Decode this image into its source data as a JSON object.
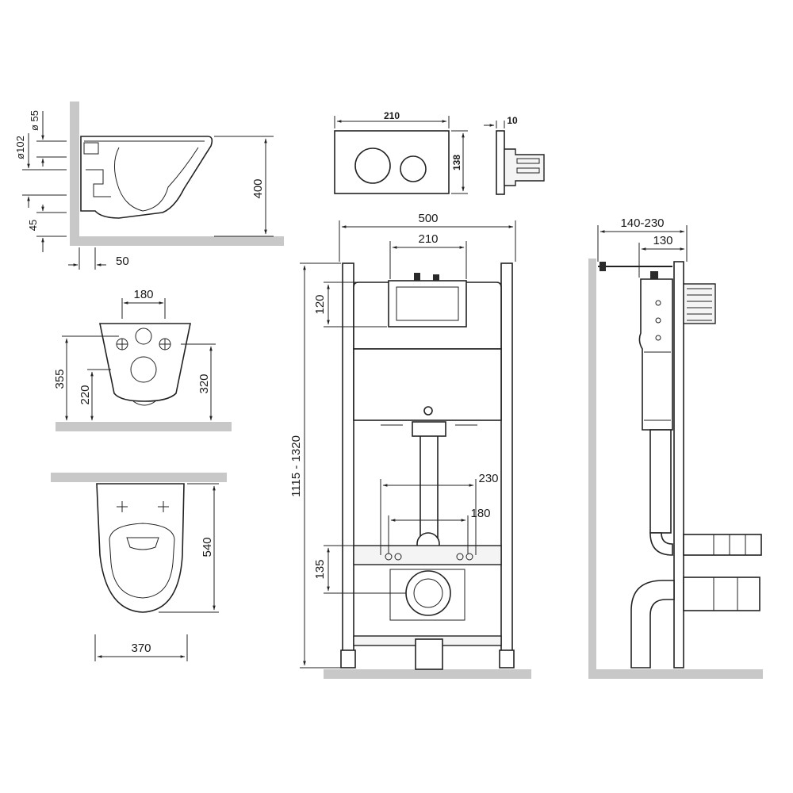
{
  "dimensions": {
    "side_view": {
      "dia_55": "ø 55",
      "dia_102": "ø102",
      "height_400": "400",
      "gap_45": "45",
      "depth_50": "50"
    },
    "front_view": {
      "hole_spacing_180": "180",
      "height_355": "355",
      "height_220": "220",
      "height_320": "320"
    },
    "top_view": {
      "length_540": "540",
      "width_370": "370"
    },
    "flush_plate": {
      "width_210": "210",
      "height_138": "138",
      "thickness_10": "10"
    },
    "frame_front": {
      "width_500": "500",
      "cistern_210": "210",
      "height_120": "120",
      "height_range": "1115 - 1320",
      "stud_230": "230",
      "stud_180": "180",
      "height_135": "135"
    },
    "frame_side": {
      "depth_range": "140-230",
      "depth_130": "130"
    }
  },
  "icons": {
    "dimension-arrow": "arrow",
    "mounting-hole": "cross"
  },
  "colors": {
    "wall": "#c8c8c8",
    "line": "#222222",
    "background": "#ffffff"
  }
}
